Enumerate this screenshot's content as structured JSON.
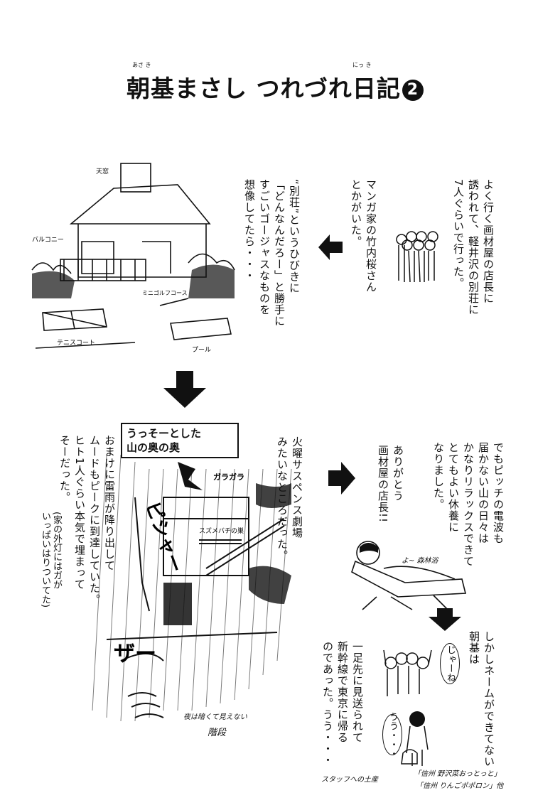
{
  "title": {
    "text": "朝基まさし つれづれ日記",
    "number": "2",
    "ruby_asaki": "あさ き",
    "ruby_nikki": "にっ き"
  },
  "panel1": {
    "intro": "よく行く画材屋の店長に\n誘われて、軽井沢の別荘に\n7人ぐらいで行った。",
    "members": "マンガ家の竹内桜さん\nとかがいた。",
    "imagination": "“別荘”というひびきに\n「どんなんだろー」と勝手に\nすごいゴージャスなものを\n想像してたら・・・",
    "house_labels": {
      "chimney": "天窓",
      "balcony": "バルコニー",
      "tennis": "テニスコート",
      "pool": "プール",
      "golf": "ミニゴルフコース"
    }
  },
  "panel2": {
    "sign_line1": "うっそーとした",
    "sign_line2": "山の奥の奥",
    "suspense": "火曜サスペンス劇場\nみたいなところだった。",
    "storm": "おまけに雷雨が降り出して\nムードもピークに到達していた。\nヒト1人ぐらい本気で埋まって\nそーだった。",
    "aside": "(家の外灯にはガが\nいっぱいはりついてた)",
    "sfx_pishya": "ピシャー",
    "sfx_gooo": "ザー",
    "sfx_gara": "ガラガラ",
    "building_sign": "スズメバチの巣",
    "stairs_note": "夜は暗くて見えない",
    "stairs_label": "階段"
  },
  "panel3": {
    "relax": "でもピッチの電波も\n届かない山の日々は\nかなりリラックスできて\nとてもよい休養に\nなりました。",
    "thanks": "ありがとう\n画材屋の店長!!",
    "lounger_note": "よ~ 森林浴"
  },
  "panel4": {
    "narration": "しかしネームができてない\n朝基は",
    "farewell": "一足先に見送られて\n新幹線で東京に帰る\nのであった。うう・・・",
    "bubble_bye": "じゃーね",
    "bubble_sigh": "うう・・・",
    "souvenir_label": "スタッフへの土産",
    "souvenir_1": "「信州 野沢菜おっとっと」",
    "souvenir_2": "「信州 りんごポポロン」他"
  }
}
